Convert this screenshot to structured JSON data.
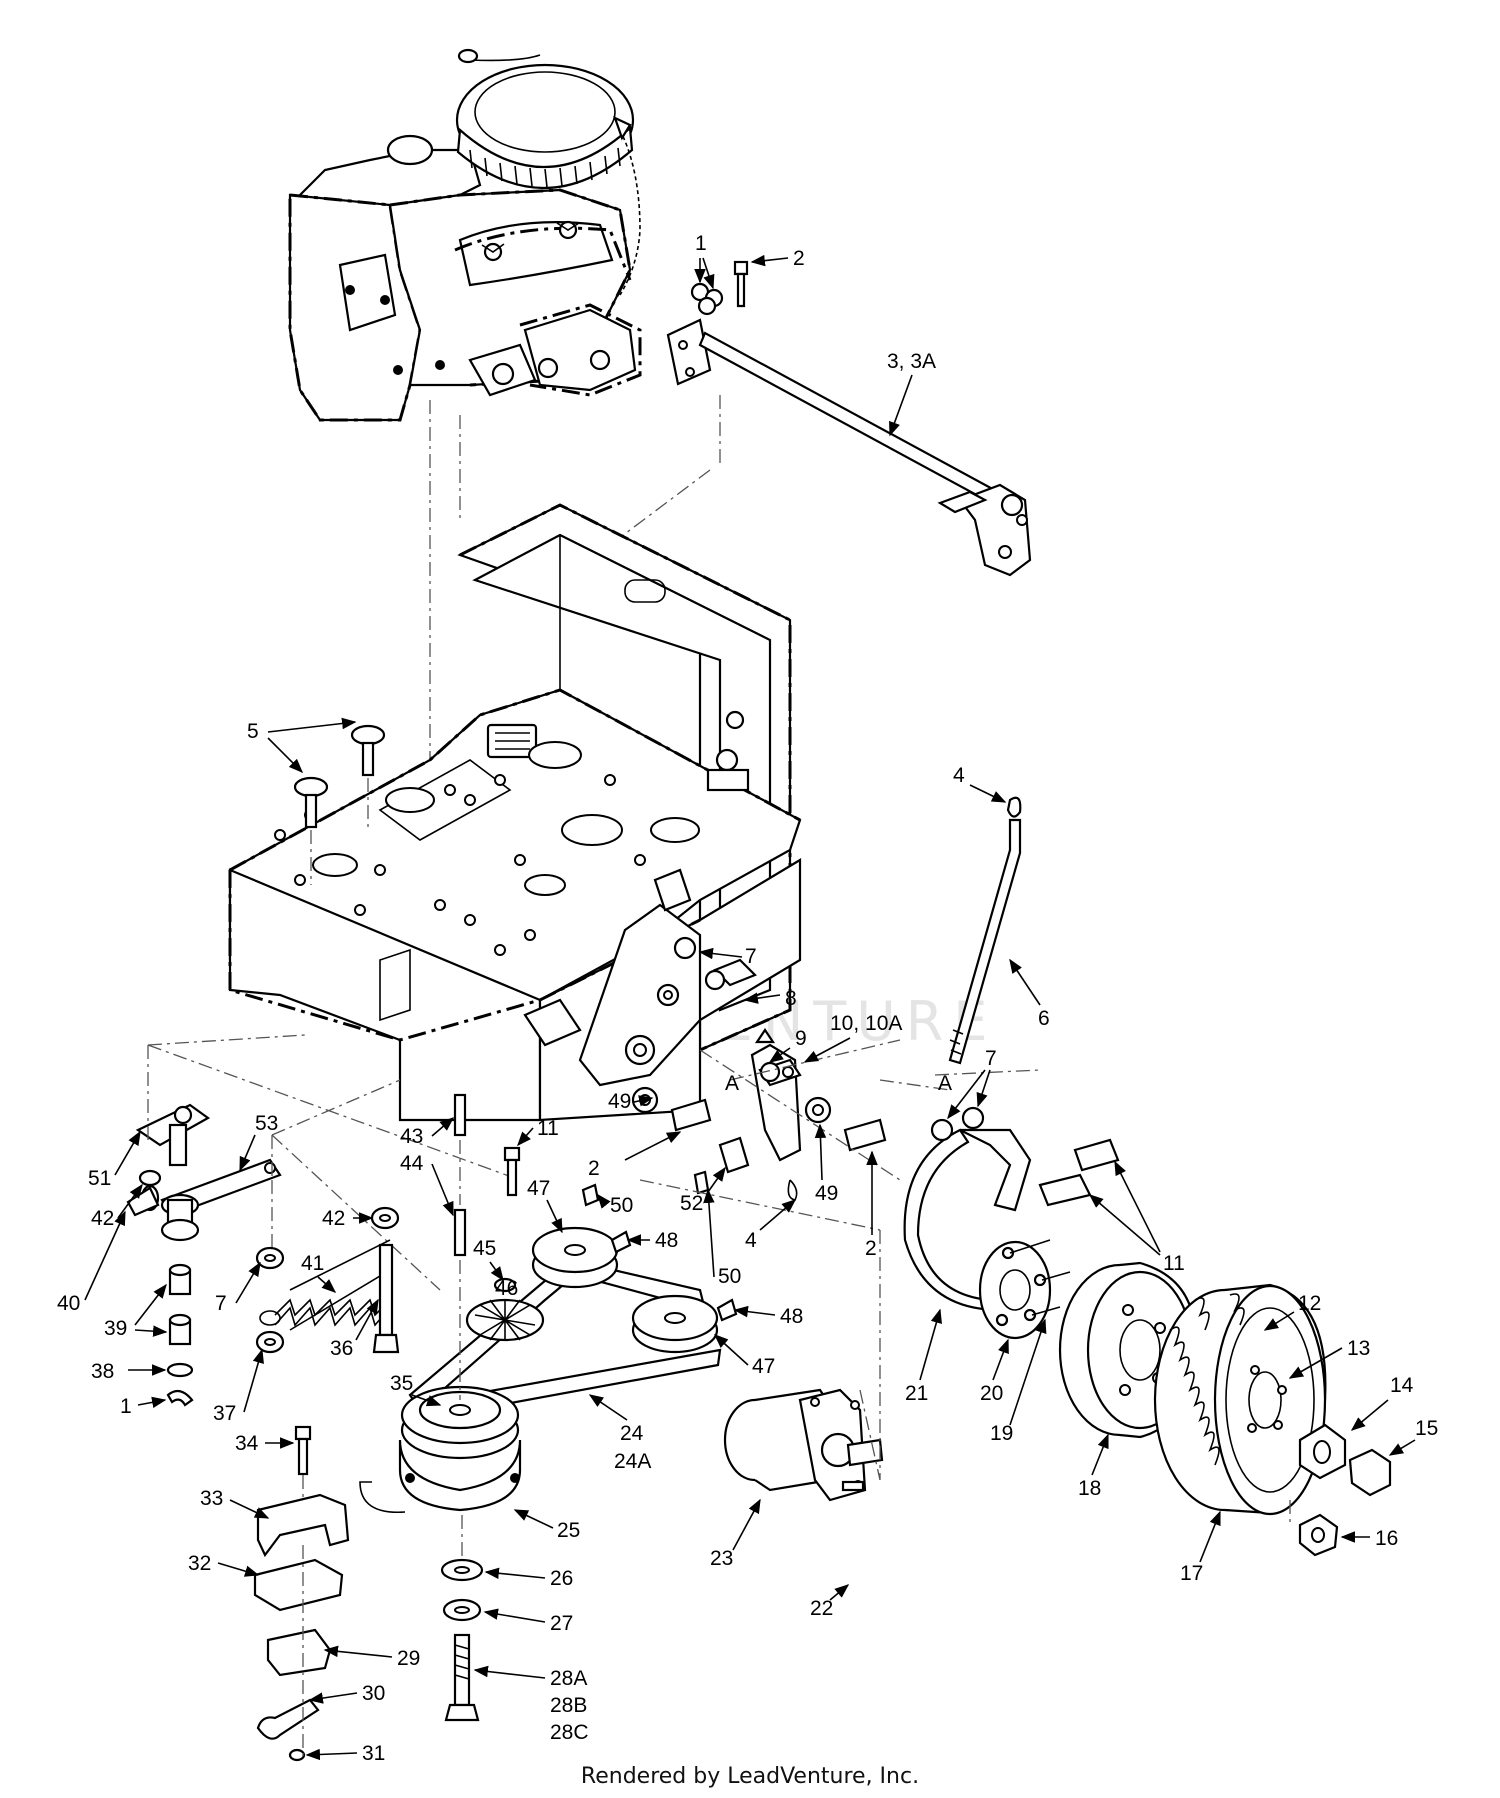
{
  "watermark": "LEADVENTURE",
  "footer": "Rendered by LeadVenture, Inc.",
  "callouts": {
    "c1a": "1",
    "c2a": "2",
    "c3": "3, 3A",
    "c4a": "4",
    "c5": "5",
    "c6": "6",
    "c7a": "7",
    "c7b": "7",
    "c7c": "7",
    "c8": "8",
    "c9": "9",
    "c10": "10, 10A",
    "cA1": "A",
    "cA2": "A",
    "c49a": "49",
    "c49b": "49",
    "c2b": "2",
    "c2c": "2",
    "c52": "52",
    "c4b": "4",
    "c11a": "11",
    "c11b": "11",
    "c50a": "50",
    "c50b": "50",
    "c43": "43",
    "c44": "44",
    "c45": "45",
    "c46": "46",
    "c47a": "47",
    "c47b": "47",
    "c48a": "48",
    "c48b": "48",
    "c51": "51",
    "c53": "53",
    "c42a": "42",
    "c42b": "42",
    "c41": "41",
    "c40": "40",
    "c39": "39",
    "c38": "38",
    "c1b": "1",
    "c37": "37",
    "c36": "36",
    "c35": "35",
    "c34": "34",
    "c33": "33",
    "c32": "32",
    "c29": "29",
    "c30": "30",
    "c31": "31",
    "c28a": "28A",
    "c28b": "28B",
    "c28c": "28C",
    "c27": "27",
    "c26": "26",
    "c25": "25",
    "c24a": "24",
    "c24b": "24A",
    "c23": "23",
    "c22": "22",
    "c21": "21",
    "c20": "20",
    "c19": "19",
    "c18": "18",
    "c17": "17",
    "c16": "16",
    "c15": "15",
    "c14": "14",
    "c13": "13",
    "c12": "12"
  }
}
